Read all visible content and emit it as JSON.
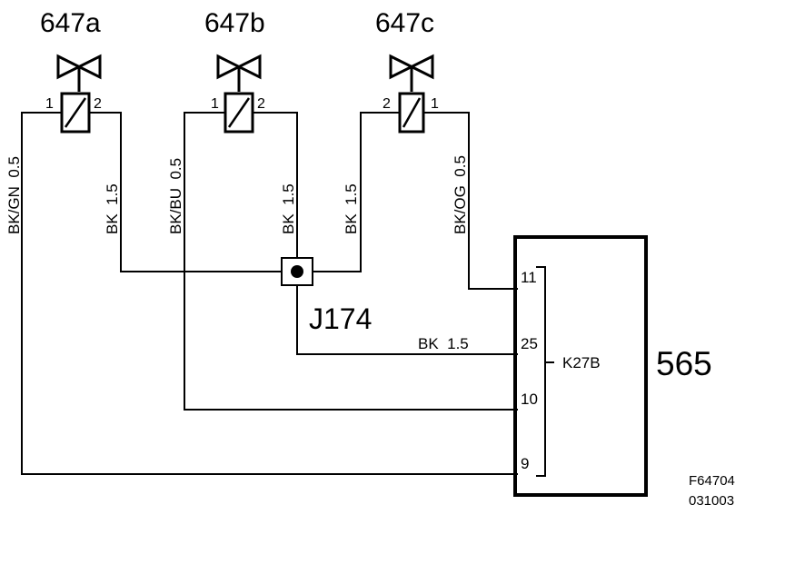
{
  "components": {
    "valve_a": {
      "label": "647a",
      "pin_left": "1",
      "pin_right": "2"
    },
    "valve_b": {
      "label": "647b",
      "pin_left": "1",
      "pin_right": "2"
    },
    "valve_c": {
      "label": "647c",
      "pin_left": "2",
      "pin_right": "1"
    }
  },
  "wires": {
    "w1": "BK/GN  0.5",
    "w2": "BK  1.5",
    "w3": "BK/BU  0.5",
    "w4": "BK  1.5",
    "w5": "BK  1.5",
    "w6": "BK/OG  0.5",
    "w7": "BK  1.5"
  },
  "splice": {
    "label": "J174"
  },
  "ecu": {
    "label": "565",
    "connector": "K27B",
    "pins": [
      "11",
      "25",
      "10",
      "9"
    ]
  },
  "reference": {
    "code": "F64704",
    "date": "031003"
  },
  "colors": {
    "line": "#000000",
    "background": "#ffffff"
  }
}
